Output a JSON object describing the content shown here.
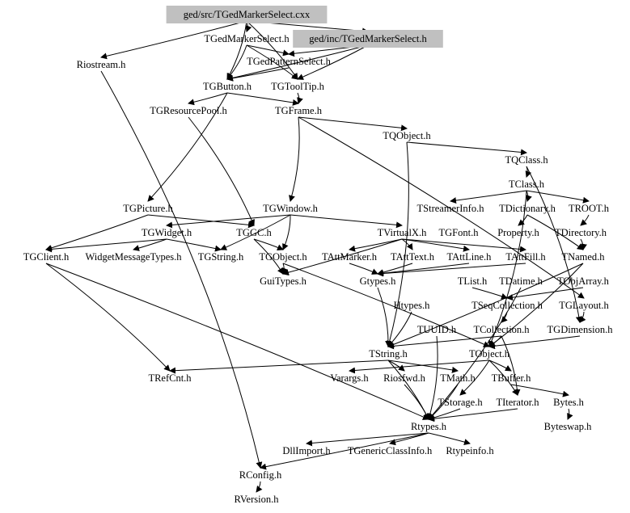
{
  "graph": {
    "highlight_color": "#c0c0c0",
    "edge_color": "#000000",
    "nodes": [
      {
        "id": "cxx",
        "label": "ged/src/TGedMarkerSelect.cxx",
        "highlighted": true
      },
      {
        "id": "gms",
        "label": "TGedMarkerSelect.h"
      },
      {
        "id": "ginc",
        "label": "ged/inc/TGedMarkerSelect.h",
        "highlighted": true
      },
      {
        "id": "rio",
        "label": "Riostream.h"
      },
      {
        "id": "gps",
        "label": "TGedPatternSelect.h"
      },
      {
        "id": "btn",
        "label": "TGButton.h"
      },
      {
        "id": "tip",
        "label": "TGToolTip.h"
      },
      {
        "id": "pool",
        "label": "TGResourcePool.h"
      },
      {
        "id": "frame",
        "label": "TGFrame.h"
      },
      {
        "id": "qobj",
        "label": "TQObject.h"
      },
      {
        "id": "qclass",
        "label": "TQClass.h"
      },
      {
        "id": "tclass",
        "label": "TClass.h"
      },
      {
        "id": "pic",
        "label": "TGPicture.h"
      },
      {
        "id": "win",
        "label": "TGWindow.h"
      },
      {
        "id": "sinfo",
        "label": "TStreamerInfo.h"
      },
      {
        "id": "dict",
        "label": "TDictionary.h"
      },
      {
        "id": "root",
        "label": "TROOT.h"
      },
      {
        "id": "widget",
        "label": "TGWidget.h"
      },
      {
        "id": "ggc",
        "label": "TGGC.h"
      },
      {
        "id": "vx",
        "label": "TVirtualX.h"
      },
      {
        "id": "font",
        "label": "TGFont.h"
      },
      {
        "id": "prop",
        "label": "Property.h"
      },
      {
        "id": "dir",
        "label": "TDirectory.h"
      },
      {
        "id": "client",
        "label": "TGClient.h"
      },
      {
        "id": "wmt",
        "label": "WidgetMessageTypes.h"
      },
      {
        "id": "gstr",
        "label": "TGString.h"
      },
      {
        "id": "gobj",
        "label": "TGObject.h"
      },
      {
        "id": "amark",
        "label": "TAttMarker.h"
      },
      {
        "id": "atext",
        "label": "TAttText.h"
      },
      {
        "id": "aline",
        "label": "TAttLine.h"
      },
      {
        "id": "afill",
        "label": "TAttFill.h"
      },
      {
        "id": "named",
        "label": "TNamed.h"
      },
      {
        "id": "gui",
        "label": "GuiTypes.h"
      },
      {
        "id": "gtypes",
        "label": "Gtypes.h"
      },
      {
        "id": "list",
        "label": "TList.h"
      },
      {
        "id": "datime",
        "label": "TDatime.h"
      },
      {
        "id": "objarr",
        "label": "TObjArray.h"
      },
      {
        "id": "htypes",
        "label": "Htypes.h"
      },
      {
        "id": "seq",
        "label": "TSeqCollection.h"
      },
      {
        "id": "layout",
        "label": "TGLayout.h"
      },
      {
        "id": "uuid",
        "label": "TUUID.h"
      },
      {
        "id": "coll",
        "label": "TCollection.h"
      },
      {
        "id": "dim",
        "label": "TGDimension.h"
      },
      {
        "id": "str",
        "label": "TString.h"
      },
      {
        "id": "obj",
        "label": "TObject.h"
      },
      {
        "id": "refcnt",
        "label": "TRefCnt.h"
      },
      {
        "id": "varargs",
        "label": "Varargs.h"
      },
      {
        "id": "riosfwd",
        "label": "Riosfwd.h"
      },
      {
        "id": "math",
        "label": "TMath.h"
      },
      {
        "id": "buffer",
        "label": "TBuffer.h"
      },
      {
        "id": "storage",
        "label": "TStorage.h"
      },
      {
        "id": "iter",
        "label": "TIterator.h"
      },
      {
        "id": "bytes",
        "label": "Bytes.h"
      },
      {
        "id": "rtypes",
        "label": "Rtypes.h"
      },
      {
        "id": "bswap",
        "label": "Byteswap.h"
      },
      {
        "id": "dll",
        "label": "DllImport.h"
      },
      {
        "id": "gci",
        "label": "TGenericClassInfo.h"
      },
      {
        "id": "rti",
        "label": "Rtypeinfo.h"
      },
      {
        "id": "rconf",
        "label": "RConfig.h"
      },
      {
        "id": "rver",
        "label": "RVersion.h"
      }
    ],
    "edges": [
      [
        "cxx",
        "gms"
      ],
      [
        "cxx",
        "rio"
      ],
      [
        "cxx",
        "ginc"
      ],
      [
        "cxx",
        "btn"
      ],
      [
        "cxx",
        "tip"
      ],
      [
        "gms",
        "gps"
      ],
      [
        "gms",
        "btn"
      ],
      [
        "gms",
        "tip"
      ],
      [
        "ginc",
        "gps"
      ],
      [
        "ginc",
        "btn"
      ],
      [
        "ginc",
        "tip"
      ],
      [
        "gps",
        "btn"
      ],
      [
        "btn",
        "pool"
      ],
      [
        "btn",
        "frame"
      ],
      [
        "tip",
        "frame"
      ],
      [
        "btn",
        "pic"
      ],
      [
        "frame",
        "qobj"
      ],
      [
        "frame",
        "win"
      ],
      [
        "frame",
        "layout"
      ],
      [
        "qobj",
        "qclass"
      ],
      [
        "qobj",
        "str"
      ],
      [
        "qclass",
        "tclass"
      ],
      [
        "qclass",
        "dim"
      ],
      [
        "tclass",
        "sinfo"
      ],
      [
        "tclass",
        "dict"
      ],
      [
        "tclass",
        "root"
      ],
      [
        "tclass",
        "obj"
      ],
      [
        "dict",
        "prop"
      ],
      [
        "dict",
        "named"
      ],
      [
        "root",
        "dir"
      ],
      [
        "dir",
        "named"
      ],
      [
        "pool",
        "ggc"
      ],
      [
        "pic",
        "client"
      ],
      [
        "pic",
        "ggc"
      ],
      [
        "win",
        "widget"
      ],
      [
        "win",
        "gobj"
      ],
      [
        "win",
        "vx"
      ],
      [
        "win",
        "gstr"
      ],
      [
        "widget",
        "client"
      ],
      [
        "widget",
        "wmt"
      ],
      [
        "widget",
        "gstr"
      ],
      [
        "ggc",
        "gobj"
      ],
      [
        "ggc",
        "gui"
      ],
      [
        "gobj",
        "gui"
      ],
      [
        "gobj",
        "obj"
      ],
      [
        "vx",
        "gui"
      ],
      [
        "vx",
        "amark"
      ],
      [
        "vx",
        "atext"
      ],
      [
        "vx",
        "aline"
      ],
      [
        "vx",
        "afill"
      ],
      [
        "amark",
        "gtypes"
      ],
      [
        "atext",
        "gtypes"
      ],
      [
        "aline",
        "gtypes"
      ],
      [
        "afill",
        "gtypes"
      ],
      [
        "named",
        "str"
      ],
      [
        "named",
        "obj"
      ],
      [
        "gtypes",
        "str"
      ],
      [
        "htypes",
        "str"
      ],
      [
        "list",
        "seq"
      ],
      [
        "objarr",
        "seq"
      ],
      [
        "seq",
        "coll"
      ],
      [
        "coll",
        "obj"
      ],
      [
        "coll",
        "iter"
      ],
      [
        "coll",
        "str"
      ],
      [
        "uuid",
        "rtypes"
      ],
      [
        "datime",
        "rtypes"
      ],
      [
        "layout",
        "dim"
      ],
      [
        "dim",
        "obj"
      ],
      [
        "client",
        "refcnt"
      ],
      [
        "client",
        "rtypes"
      ],
      [
        "str",
        "refcnt"
      ],
      [
        "str",
        "riosfwd"
      ],
      [
        "str",
        "rtypes"
      ],
      [
        "str",
        "math"
      ],
      [
        "obj",
        "varargs"
      ],
      [
        "obj",
        "storage"
      ],
      [
        "obj",
        "iter"
      ],
      [
        "obj",
        "buffer"
      ],
      [
        "buffer",
        "bytes"
      ],
      [
        "bytes",
        "bswap"
      ],
      [
        "storage",
        "rtypes"
      ],
      [
        "iter",
        "rtypes"
      ],
      [
        "math",
        "rtypes"
      ],
      [
        "riosfwd",
        "rtypes"
      ],
      [
        "rio",
        "rconf"
      ],
      [
        "rtypes",
        "dll"
      ],
      [
        "rtypes",
        "gci"
      ],
      [
        "rtypes",
        "rti"
      ],
      [
        "rtypes",
        "rconf"
      ],
      [
        "rconf",
        "rver"
      ]
    ]
  }
}
